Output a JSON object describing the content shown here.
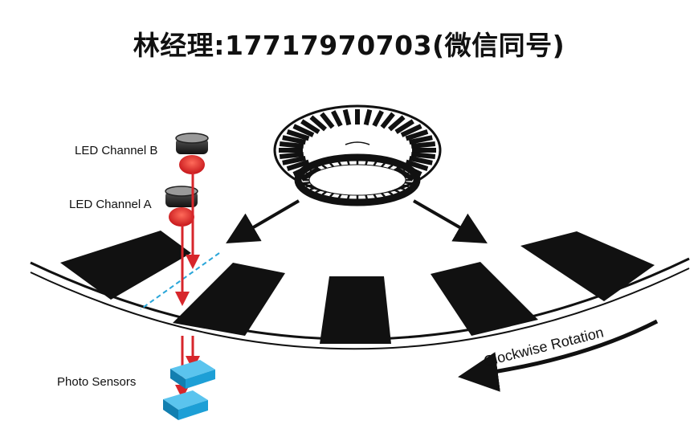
{
  "header": {
    "contact": "林经理:17717970703(微信同号)"
  },
  "labels": {
    "led_b": "LED Channel B",
    "led_a": "LED Channel A",
    "sensors": "Photo Sensors",
    "rotation": "Clockwise Rotation"
  },
  "colors": {
    "slot": "#111111",
    "beam": "#d7262b",
    "beam_guide": "#2aa6d9",
    "sensor": "#1d9fd6"
  },
  "icons": {
    "encoder_disc": "encoder-disc-icon",
    "led": "led-icon",
    "sensor": "photo-sensor-icon"
  }
}
